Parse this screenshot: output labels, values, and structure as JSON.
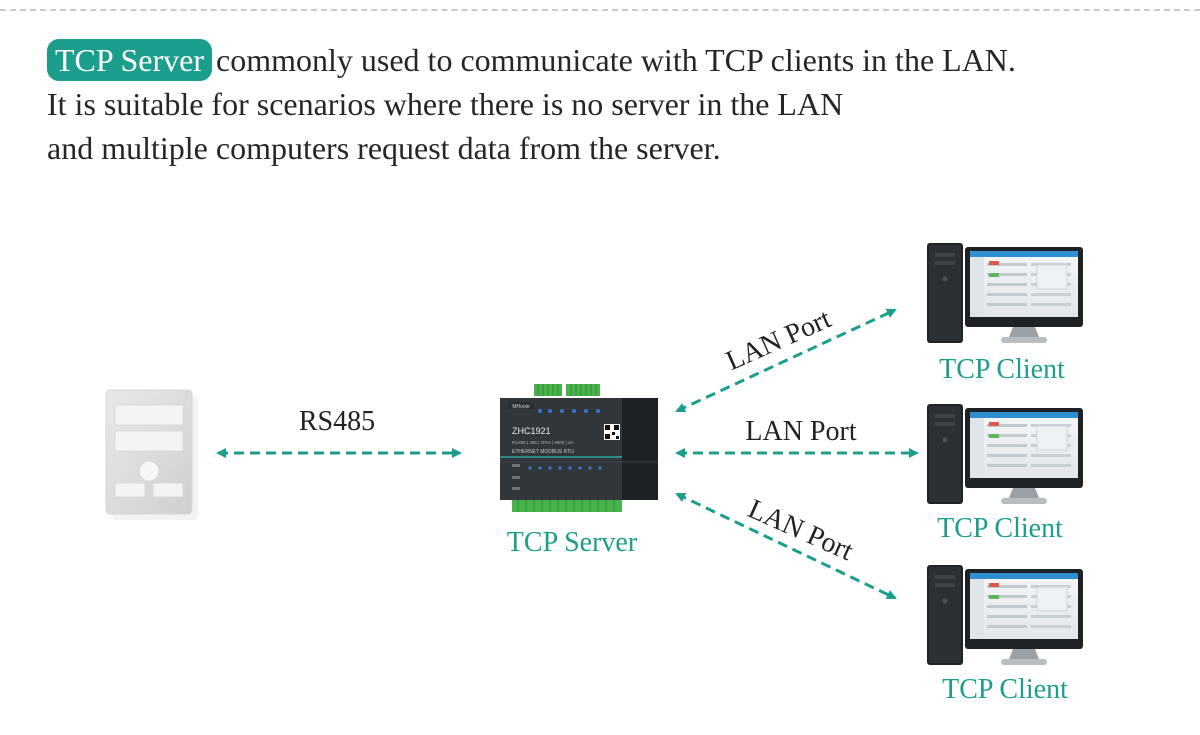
{
  "intro": {
    "badge": "TCP Server",
    "line1_rest": "commonly used to communicate with TCP clients in the LAN.",
    "line2": "It is suitable for scenarios where there is no server in the LAN",
    "line3": "and multiple computers request data from the server."
  },
  "diagram": {
    "link_rs485": "RS485",
    "link_lan_top": "LAN Port",
    "link_lan_mid": "LAN Port",
    "link_lan_bottom": "LAN Port",
    "server_label": "TCP Server",
    "device_text": {
      "brand": "MHoole",
      "model": "ZHC1921",
      "spec": "RS485 | 485 | 2PIN | 9600 | 4A",
      "subtitle": "ETHERNET MODBUS RTU"
    },
    "clients": [
      {
        "label": "TCP Client"
      },
      {
        "label": "TCP Client"
      },
      {
        "label": "TCP Client"
      }
    ]
  },
  "colors": {
    "accent": "#1c9e8c",
    "text": "#262626",
    "device": "#2d3236",
    "terminal": "#49b24d"
  }
}
